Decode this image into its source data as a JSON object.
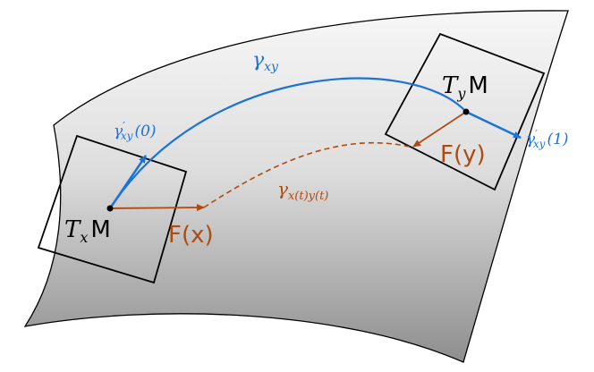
{
  "labels": {
    "tangent_space_x": {
      "T": "T",
      "sub": "x",
      "M": "M"
    },
    "tangent_space_y": {
      "T": "T",
      "sub": "y",
      "M": "M"
    },
    "geodesic": {
      "gamma": "γ",
      "sub": "xy"
    },
    "field_curve": {
      "gamma": "γ",
      "sub": "x(t)y(t)"
    },
    "initial_velocity": {
      "gamma": "γ",
      "prime": "′",
      "sub": "xy",
      "arg": "(0)"
    },
    "final_velocity": {
      "gamma": "γ",
      "prime": "′",
      "sub": "xy",
      "arg": "(1)"
    },
    "field_at_x": "F(x)",
    "field_at_y": "F(y)"
  },
  "colors": {
    "geodesic": "#1a73d9",
    "field": "#b04a10",
    "outline": "#000000",
    "surface_light": "#f4f4f4",
    "surface_dark": "#8f8f8f"
  }
}
